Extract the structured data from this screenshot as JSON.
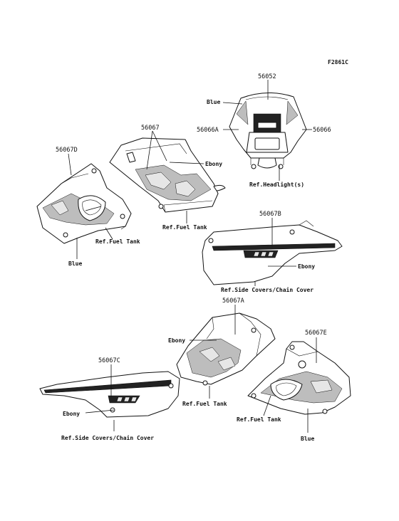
{
  "figure_code": "F2861C",
  "labels": {
    "p56052": "56052",
    "p56066a": "56066A",
    "p56066": "56066",
    "blue_headlight": "Blue",
    "ref_headlight": "Ref.Headlight(s)",
    "p56067": "56067",
    "ebony_56067": "Ebony",
    "ref_fuel_tank_56067": "Ref.Fuel Tank",
    "p56067d": "56067D",
    "ref_fuel_tank_56067d": "Ref.Fuel Tank",
    "blue_56067d": "Blue",
    "p56067b": "56067B",
    "ebony_56067b": "Ebony",
    "ref_side_covers_b": "Ref.Side Covers/Chain Cover",
    "p56067a": "56067A",
    "ebony_56067a": "Ebony",
    "ref_fuel_tank_56067a": "Ref.Fuel Tank",
    "p56067e": "56067E",
    "ref_fuel_tank_56067e": "Ref.Fuel Tank",
    "blue_56067e": "Blue",
    "p56067c": "56067C",
    "ebony_56067c": "Ebony",
    "ref_side_covers_c": "Ref.Side Covers/Chain Cover"
  }
}
